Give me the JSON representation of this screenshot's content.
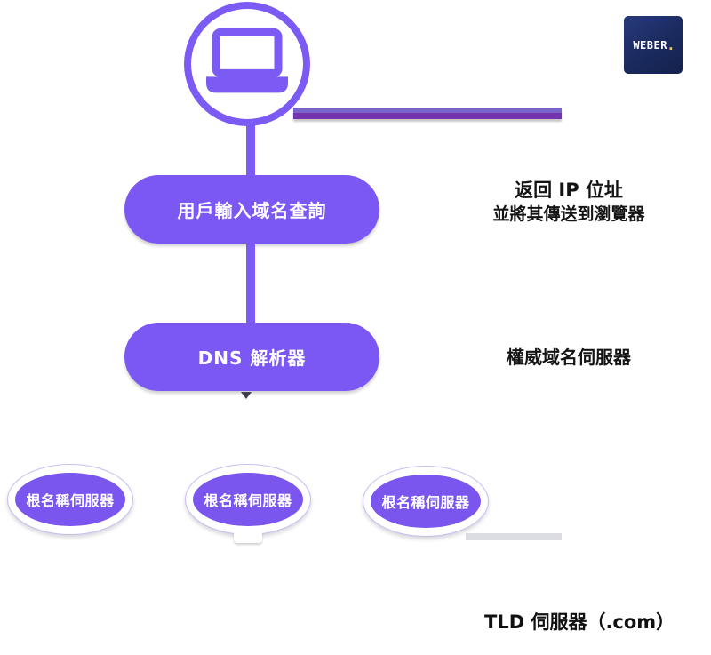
{
  "diagram": {
    "accent_color": "#7b58f4",
    "bar_top_color": "#7b64c9",
    "bar_bottom_color": "#7334ad",
    "text_color": "#141414",
    "nodes": {
      "user_query": "用戶輸入域名查詢",
      "dns_resolver": "DNS 解析器"
    },
    "annotations": {
      "return_ip_line1": "返回 IP 位址",
      "return_ip_line2": "並將其傳送到瀏覽器",
      "authoritative_server": "權威域名伺服器",
      "tld_server": "TLD 伺服器（.com）"
    },
    "root_servers": [
      {
        "label": "根名稱伺服器"
      },
      {
        "label": "根名稱伺服器"
      },
      {
        "label": "根名稱伺服器"
      }
    ],
    "icons": {
      "device": "laptop-icon"
    }
  },
  "logo": {
    "text": "WEBER",
    "dot": ".",
    "bg_color": "#1a2a5e",
    "dot_color": "#f2c244"
  }
}
